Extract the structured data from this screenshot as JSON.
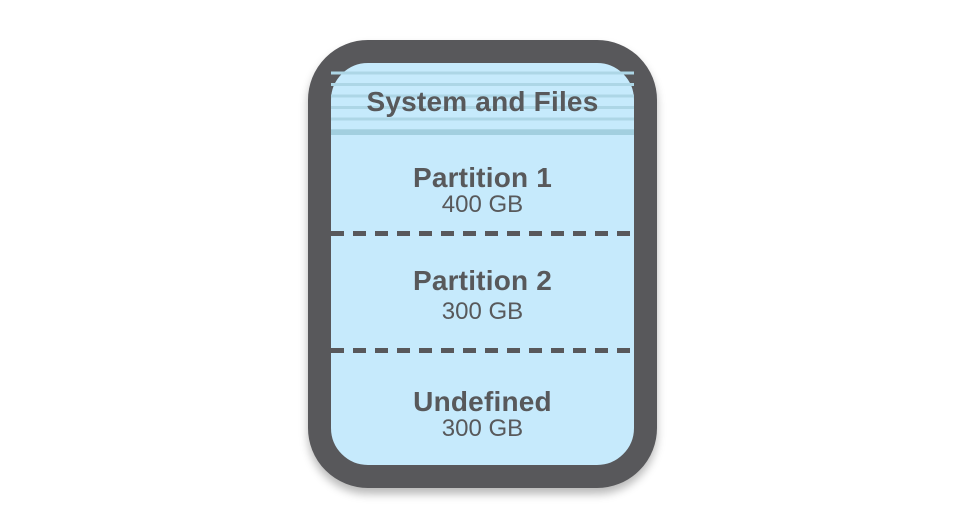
{
  "diagram": {
    "type": "disk-partition-diagram",
    "header": {
      "label": "System and Files"
    },
    "partitions": [
      {
        "label": "Partition 1",
        "size": "400 GB"
      },
      {
        "label": "Partition 2",
        "size": "300 GB"
      },
      {
        "label": "Undefined",
        "size": "300 GB"
      }
    ],
    "colors": {
      "border_gray": "#58585b",
      "fill_blue": "#c6eafc",
      "stripe_blue": "#add6e6",
      "header_band": "#a2cfdf",
      "text_gray": "#58595b",
      "background": "#ffffff"
    }
  }
}
